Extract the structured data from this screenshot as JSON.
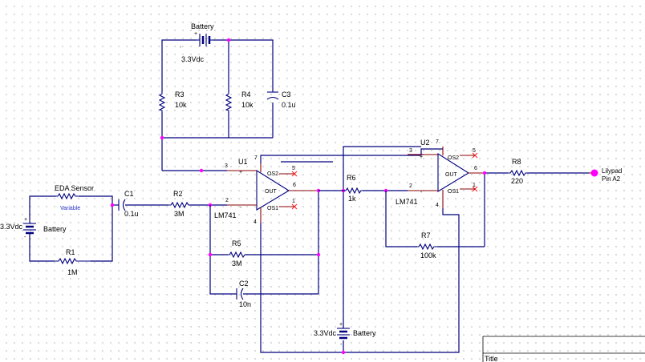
{
  "battery_top": {
    "name": "Battery",
    "value": "3.3Vdc"
  },
  "battery_left": {
    "name": "Battery",
    "value": "3.3Vdc",
    "plus": "+",
    "minus": "-"
  },
  "battery_bottom": {
    "name": "Battery",
    "value": "3.3Vdc",
    "plus": "+",
    "minus": "-"
  },
  "R3": {
    "name": "R3",
    "value": "10k"
  },
  "R4": {
    "name": "R4",
    "value": "10k"
  },
  "C3": {
    "name": "C3",
    "value": "0.1u"
  },
  "eda": {
    "name": "EDA Sensor",
    "value": "Variable"
  },
  "R1": {
    "name": "R1",
    "value": "1M"
  },
  "C1": {
    "name": "C1",
    "value": "0.1u"
  },
  "R2": {
    "name": "R2",
    "value": "3M"
  },
  "R5": {
    "name": "R5",
    "value": "3M"
  },
  "C2": {
    "name": "C2",
    "value": "10n"
  },
  "R6": {
    "name": "R6",
    "value": "1k"
  },
  "R7": {
    "name": "R7",
    "value": "100k"
  },
  "R8": {
    "name": "R8",
    "value": "220"
  },
  "U1": {
    "name": "U1",
    "part": "LM741",
    "pin_v_plus": "7",
    "pin_noninv": "3",
    "pin_inv": "2",
    "pin_out": "6",
    "pin_os2": "5",
    "pin_os1": "1",
    "pin_v_minus": "4",
    "plus": "+",
    "minus": "-",
    "os2": "OS2",
    "os1": "OS1",
    "out": "OUT"
  },
  "U2": {
    "name": "U2",
    "part": "LM741",
    "pin_v_plus": "7",
    "pin_noninv": "3",
    "pin_inv": "2",
    "pin_out": "6",
    "pin_os2": "5",
    "pin_os1": "1",
    "pin_v_minus": "4",
    "plus": "+",
    "minus": "-",
    "os2": "OS2",
    "os1": "OS1",
    "out": "OUT"
  },
  "offpage": {
    "line1": "Lilypad",
    "line2": "Pin A2"
  },
  "title_block": {
    "label": "Title"
  },
  "colors": {
    "wire": "#00007f",
    "junction": "#ff00ff",
    "no_connect": "#ff2020",
    "pin": "#8b0000",
    "value_text": "#2a35c9"
  }
}
